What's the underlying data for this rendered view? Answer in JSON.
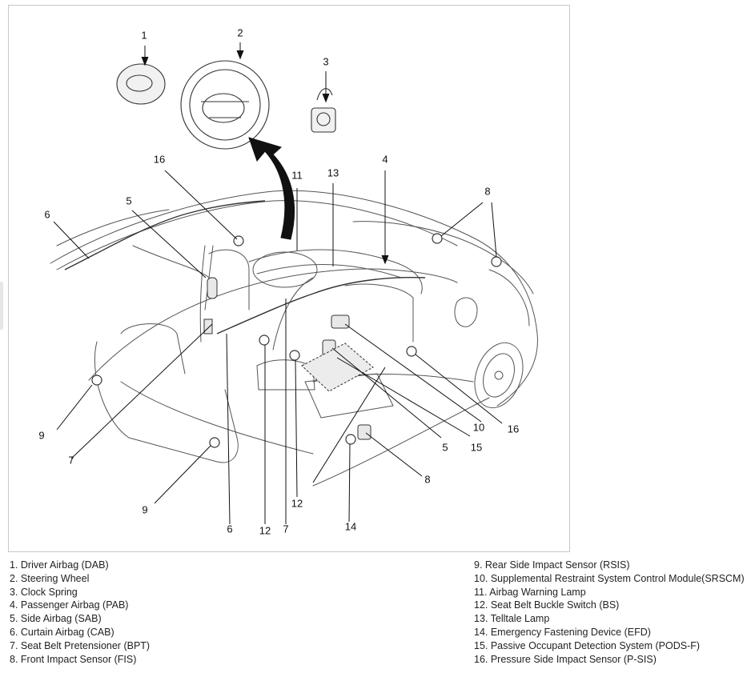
{
  "diagram": {
    "callouts": {
      "c1": "1",
      "c2": "2",
      "c3": "3",
      "c4": "4",
      "c5a": "5",
      "c5b": "5",
      "c6a": "6",
      "c6b": "6",
      "c7a": "7",
      "c7b": "7",
      "c8a": "8",
      "c8b": "8",
      "c9a": "9",
      "c9b": "9",
      "c10": "10",
      "c11": "11",
      "c12a": "12",
      "c12b": "12",
      "c13": "13",
      "c14": "14",
      "c15": "15",
      "c16a": "16",
      "c16b": "16"
    }
  },
  "legend": {
    "left": [
      "1. Driver Airbag (DAB)",
      "2. Steering Wheel",
      "3. Clock Spring",
      "4. Passenger Airbag (PAB)",
      "5. Side Airbag (SAB)",
      "6. Curtain Airbag (CAB)",
      "7. Seat Belt Pretensioner (BPT)",
      "8. Front Impact Sensor (FIS)"
    ],
    "right": [
      "9. Rear Side Impact Sensor (RSIS)",
      "10. Supplemental Restraint System Control Module(SRSCM)",
      "11. Airbag Warning Lamp",
      "12. Seat Belt Buckle Switch (BS)",
      "13. Telltale Lamp",
      "14. Emergency Fastening Device (EFD)",
      "15. Passive Occupant Detection System (PODS-F)",
      "16. Pressure Side Impact Sensor (P-SIS)"
    ]
  }
}
